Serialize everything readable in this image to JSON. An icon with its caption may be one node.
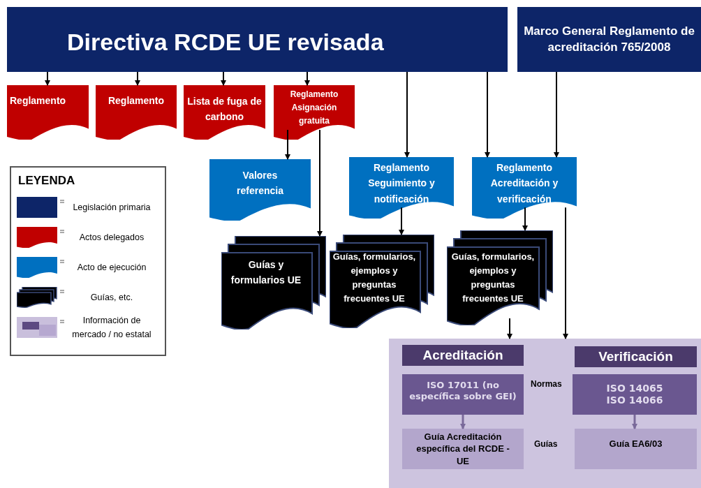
{
  "diagram": {
    "title": "Directiva RCDE UE revisada",
    "nodes": [
      {
        "text": [
          "Marco General Reglamento de acreditación 765/2008"
        ]
      },
      {
        "text": [
          "Reglamento"
        ]
      },
      {
        "text": [
          "Reglamento"
        ]
      },
      {
        "text": [
          "Lista de fuga de carbono"
        ]
      },
      {
        "text": [
          "Reglamento Asignación gratuita"
        ]
      },
      {
        "text": [
          "Valores referencia"
        ]
      },
      {
        "text": [
          "Reglamento Seguimiento y notificación"
        ]
      },
      {
        "text": [
          "Reglamento Acreditación y verificación"
        ]
      },
      {
        "text": [
          "Guías y formularios UE"
        ]
      },
      {
        "text": [
          "Guías, formularios, ejemplos y preguntas frecuentes UE"
        ]
      },
      {
        "text": [
          "Guías, formularios, ejemplos y preguntas frecuentes UE"
        ]
      },
      {
        "text": [],
        "shape": "box"
      },
      {
        "text": [
          "Acreditación"
        ],
        "in": 11
      },
      {
        "text": [
          "ISO 17011 (no específica sobre GEI)"
        ],
        "in": 11
      },
      {
        "text": [
          "Guía Acreditación específica del RCDE - UE"
        ],
        "in": 11
      },
      {
        "text": [
          "Verificación"
        ],
        "in": 11
      },
      {
        "text": [
          "ISO 14065 ISO 14066"
        ],
        "in": 11
      },
      {
        "text": [
          "Guía EA6/03"
        ],
        "in": 11
      },
      {
        "text": [],
        "shape": "box"
      }
    ],
    "edges": [
      {
        "from": 18,
        "to": 1,
        "arrow": "to"
      },
      {
        "from": 18,
        "to": 2,
        "arrow": "to"
      },
      {
        "from": 18,
        "to": 3,
        "arrow": "to"
      },
      {
        "from": 18,
        "to": 4,
        "arrow": "to"
      },
      {
        "from": 18,
        "to": 6,
        "arrow": "to"
      },
      {
        "from": 18,
        "to": 7,
        "arrow": "to"
      },
      {
        "from": 0,
        "to": 7,
        "arrow": "to"
      },
      {
        "from": 4,
        "to": 5,
        "arrow": "to"
      },
      {
        "from": 4,
        "to": 8,
        "arrow": "to"
      },
      {
        "from": 6,
        "to": 9,
        "arrow": "to"
      },
      {
        "from": 7,
        "to": 10,
        "arrow": "to"
      },
      {
        "from": 10,
        "to": 11,
        "arrow": "to"
      },
      {
        "from": 7,
        "to": 11,
        "arrow": "to"
      },
      {
        "from": 13,
        "to": 14,
        "arrow": "to",
        "color": "#7a6a9a"
      },
      {
        "from": 16,
        "to": 17,
        "arrow": "to",
        "color": "#7a6a9a"
      }
    ],
    "labels": [
      "LEYENDA",
      "Normas",
      "Guías"
    ],
    "legend": [
      {
        "text": "Legislación primaria",
        "color": "#0d2568"
      },
      {
        "text": "Actos delegados",
        "color": "#c00000"
      },
      {
        "text": "Acto de ejecución",
        "color": "#0070c0"
      },
      {
        "text": "Guías, etc.",
        "color": "#000000"
      },
      {
        "text": "Información de mercado / no estatal",
        "color": "#c9bfdc"
      }
    ]
  }
}
